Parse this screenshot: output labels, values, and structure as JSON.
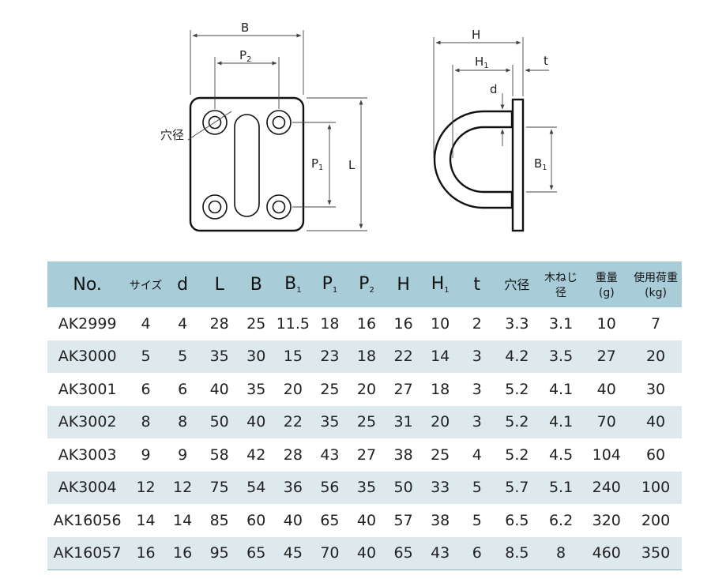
{
  "diagram": {
    "labels": {
      "B": "B",
      "P2": "P",
      "P2_sub": "2",
      "hole": "穴径",
      "P1": "P",
      "P1_sub": "1",
      "L": "L",
      "H": "H",
      "H1": "H",
      "H1_sub": "1",
      "t": "t",
      "d": "d",
      "B1": "B",
      "B1_sub": "1"
    }
  },
  "table": {
    "headers": [
      {
        "main": "No.",
        "sub": ""
      },
      {
        "main": "サイズ",
        "sub": ""
      },
      {
        "main": "d",
        "sub": ""
      },
      {
        "main": "L",
        "sub": ""
      },
      {
        "main": "B",
        "sub": ""
      },
      {
        "main": "B",
        "sub": "1"
      },
      {
        "main": "P",
        "sub": "1"
      },
      {
        "main": "P",
        "sub": "2"
      },
      {
        "main": "H",
        "sub": ""
      },
      {
        "main": "H",
        "sub": "1"
      },
      {
        "main": "t",
        "sub": ""
      },
      {
        "main": "穴径",
        "sub": ""
      },
      {
        "main": "木ねじ",
        "sub": "径"
      },
      {
        "main": "重量",
        "sub": "(g)"
      },
      {
        "main": "使用荷重",
        "sub": "(kg)"
      }
    ],
    "rows": [
      [
        "AK2999",
        "4",
        "4",
        "28",
        "25",
        "11.5",
        "18",
        "16",
        "16",
        "10",
        "2",
        "3.3",
        "3.1",
        "10",
        "7"
      ],
      [
        "AK3000",
        "5",
        "5",
        "35",
        "30",
        "15",
        "23",
        "18",
        "22",
        "14",
        "3",
        "4.2",
        "3.5",
        "27",
        "20"
      ],
      [
        "AK3001",
        "6",
        "6",
        "40",
        "35",
        "20",
        "25",
        "20",
        "27",
        "18",
        "3",
        "5.2",
        "4.1",
        "40",
        "30"
      ],
      [
        "AK3002",
        "8",
        "8",
        "50",
        "40",
        "22",
        "35",
        "25",
        "31",
        "20",
        "3",
        "5.2",
        "4.1",
        "70",
        "40"
      ],
      [
        "AK3003",
        "9",
        "9",
        "58",
        "42",
        "28",
        "43",
        "27",
        "38",
        "25",
        "4",
        "5.2",
        "4.5",
        "104",
        "60"
      ],
      [
        "AK3004",
        "12",
        "12",
        "75",
        "54",
        "36",
        "56",
        "35",
        "50",
        "33",
        "5",
        "5.7",
        "5.1",
        "240",
        "100"
      ],
      [
        "AK16056",
        "14",
        "14",
        "85",
        "60",
        "40",
        "65",
        "40",
        "57",
        "38",
        "5",
        "6.5",
        "6.2",
        "320",
        "200"
      ],
      [
        "AK16057",
        "16",
        "16",
        "95",
        "65",
        "45",
        "70",
        "40",
        "65",
        "43",
        "6",
        "8.5",
        "8",
        "460",
        "350"
      ]
    ]
  }
}
